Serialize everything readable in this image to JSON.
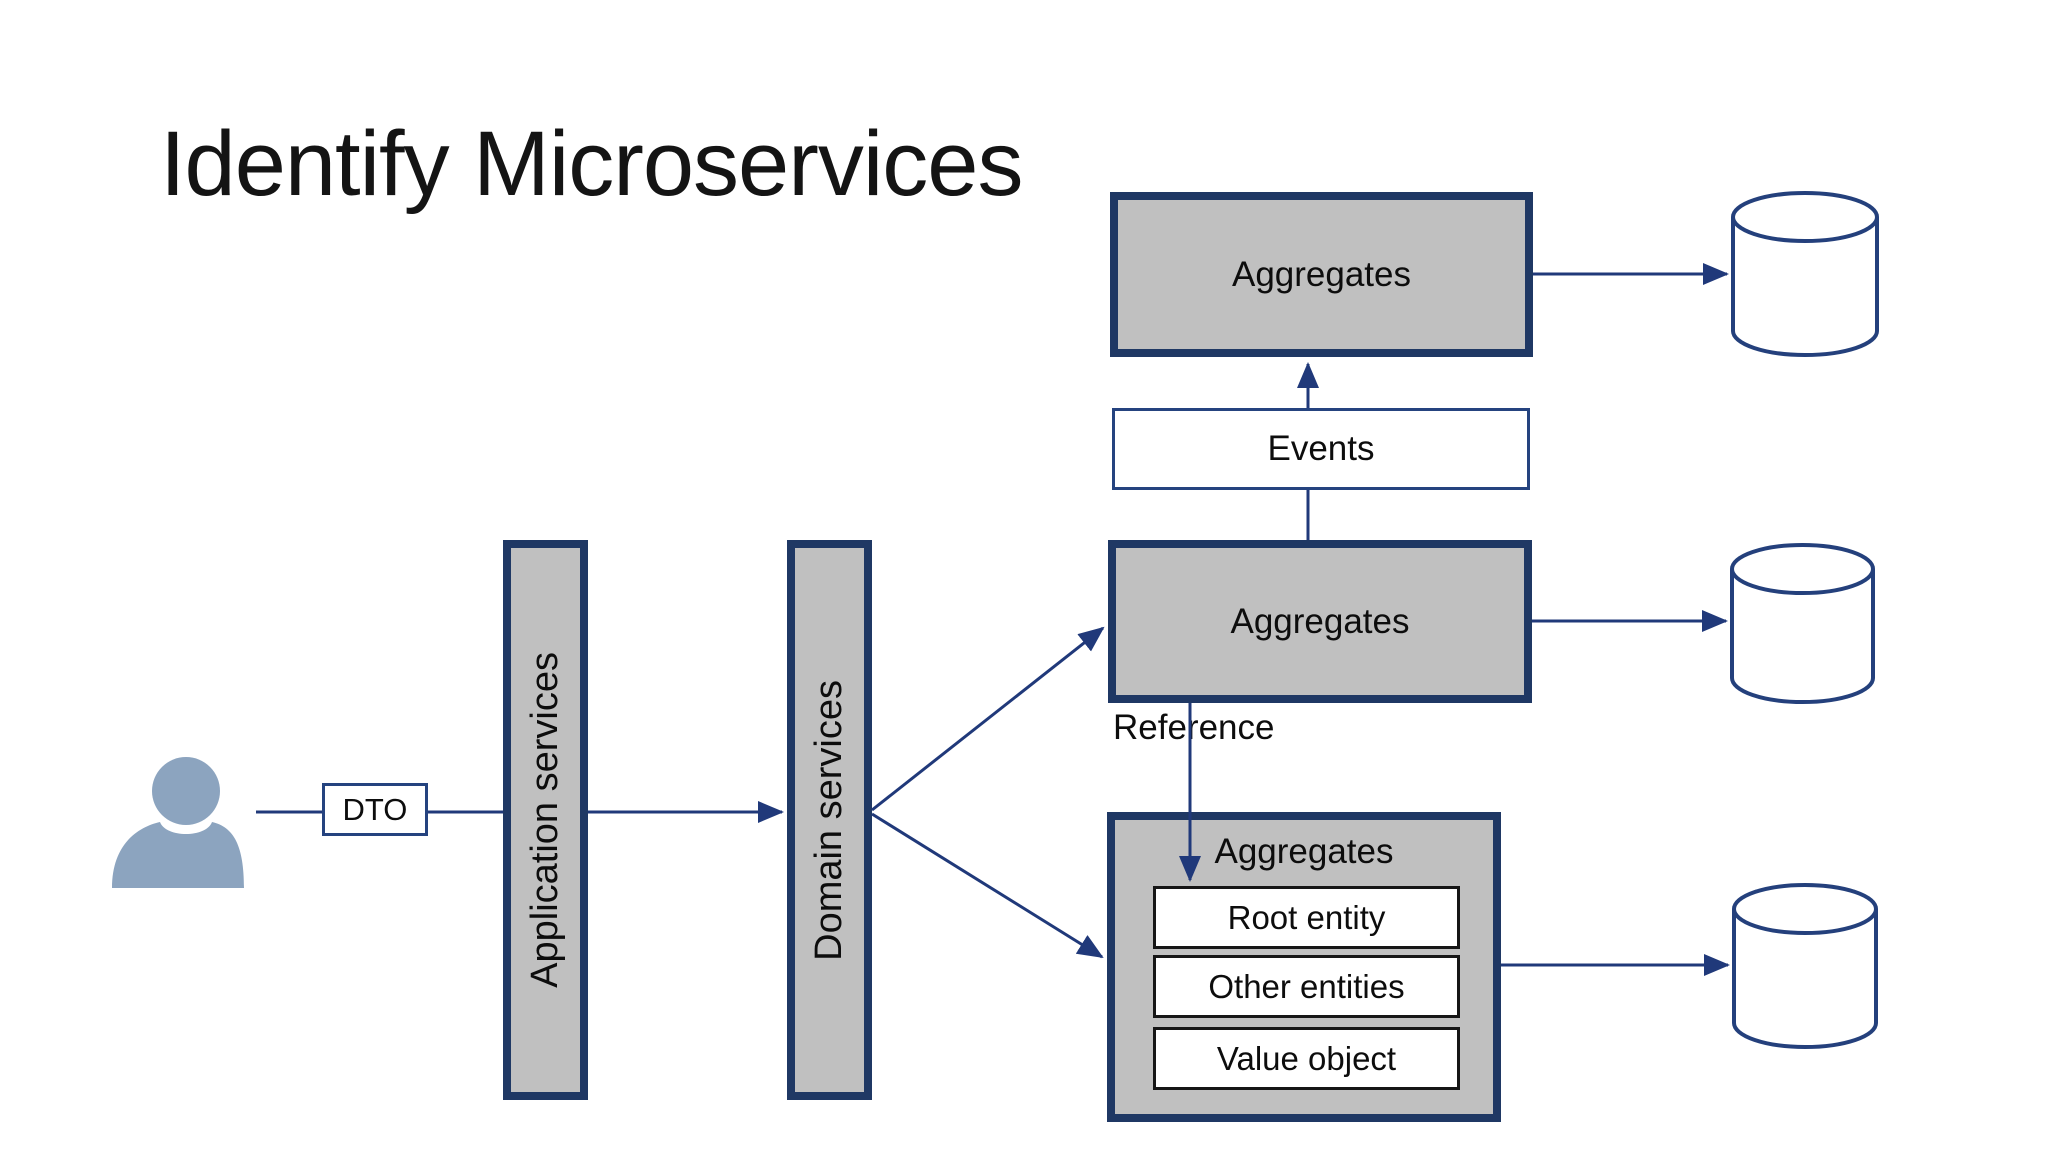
{
  "slide": {
    "title": "Identify Microservices"
  },
  "colors": {
    "box_border_navy": "#1f3864",
    "connector_navy": "#20397a",
    "box_fill_gray": "#c0c0c0",
    "person_blue": "#8ca4bf",
    "entity_border_black": "#161616",
    "background": "#ffffff"
  },
  "icons": {
    "person": "person-icon",
    "database_top": "database-icon",
    "database_middle": "database-icon",
    "database_bottom": "database-icon"
  },
  "nodes": {
    "dto": {
      "label": "DTO"
    },
    "application_services": {
      "label": "Application services"
    },
    "domain_services": {
      "label": "Domain services"
    },
    "aggregates_top": {
      "label": "Aggregates"
    },
    "events": {
      "label": "Events"
    },
    "aggregates_middle": {
      "label": "Aggregates"
    },
    "aggregates_bottom": {
      "label": "Aggregates",
      "children": [
        {
          "label": "Root entity"
        },
        {
          "label": "Other entities"
        },
        {
          "label": "Value object"
        }
      ]
    }
  },
  "edges": {
    "reference_label": "Reference"
  }
}
